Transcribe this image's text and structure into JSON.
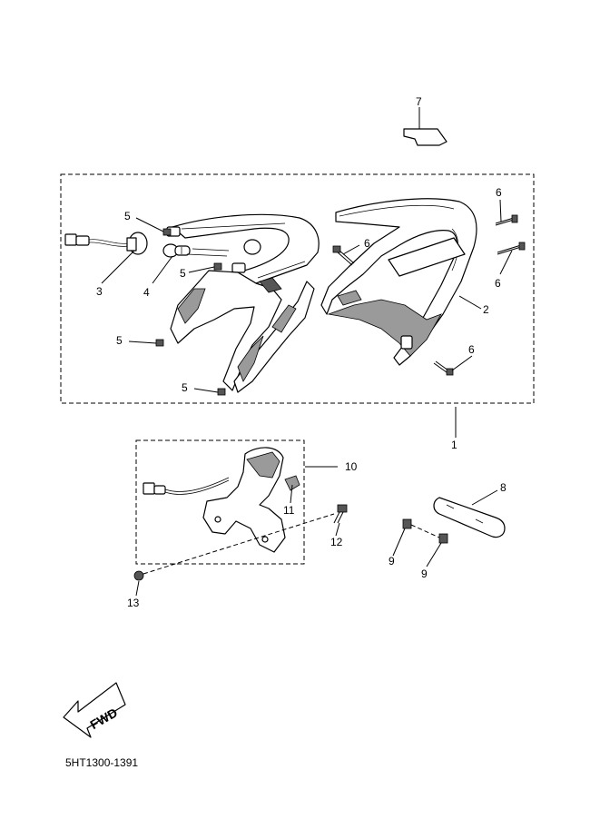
{
  "callouts": {
    "c1": "1",
    "c2": "2",
    "c3": "3",
    "c4": "4",
    "c5a": "5",
    "c5b": "5",
    "c5c": "5",
    "c5d": "5",
    "c6a": "6",
    "c6b": "6",
    "c6c": "6",
    "c6d": "6",
    "c7": "7",
    "c8": "8",
    "c9a": "9",
    "c9b": "9",
    "c10": "10",
    "c11": "11",
    "c12": "12",
    "c13": "13"
  },
  "direction_label": "FWD",
  "diagram_code": "5HT1300-1391"
}
